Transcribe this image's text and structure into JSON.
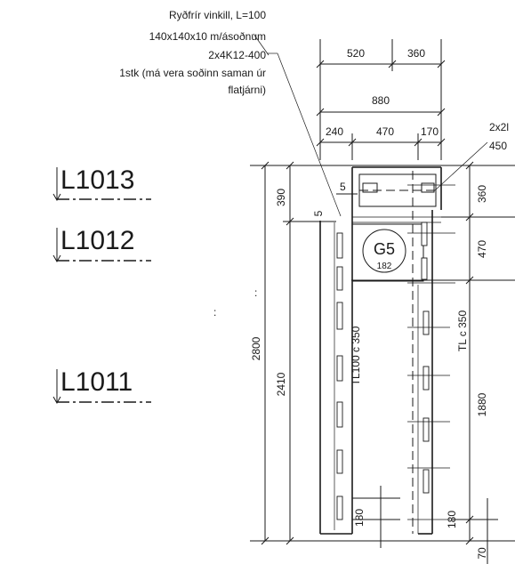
{
  "note_lines": [
    "Ryðfrír vinkill, L=100",
    "140x140x10 m/ásoðnum",
    "2x4K12-400",
    "1stk (má vera soðinn saman úr",
    "flatjárni)"
  ],
  "side_note": [
    "2x2l",
    "450"
  ],
  "section_markers": [
    "L1013",
    "L1012",
    "L1011"
  ],
  "top_dims": {
    "d520": "520",
    "d360": "360",
    "d880": "880",
    "d240": "240",
    "d470": "470",
    "d170": "170"
  },
  "left_dims": {
    "d2800": "2800",
    "d390": "390",
    "d2410": "2410",
    "d5a": "5",
    "d5b": "5"
  },
  "right_dims": {
    "d360": "360",
    "d470": "470",
    "d1880": "1880",
    "d180": "180",
    "d70": "70"
  },
  "inner_labels": {
    "tl100": "TL100  c 350",
    "tl": "TL  c 350",
    "d180": "180"
  },
  "tag": {
    "name": "G5",
    "number": "182"
  }
}
